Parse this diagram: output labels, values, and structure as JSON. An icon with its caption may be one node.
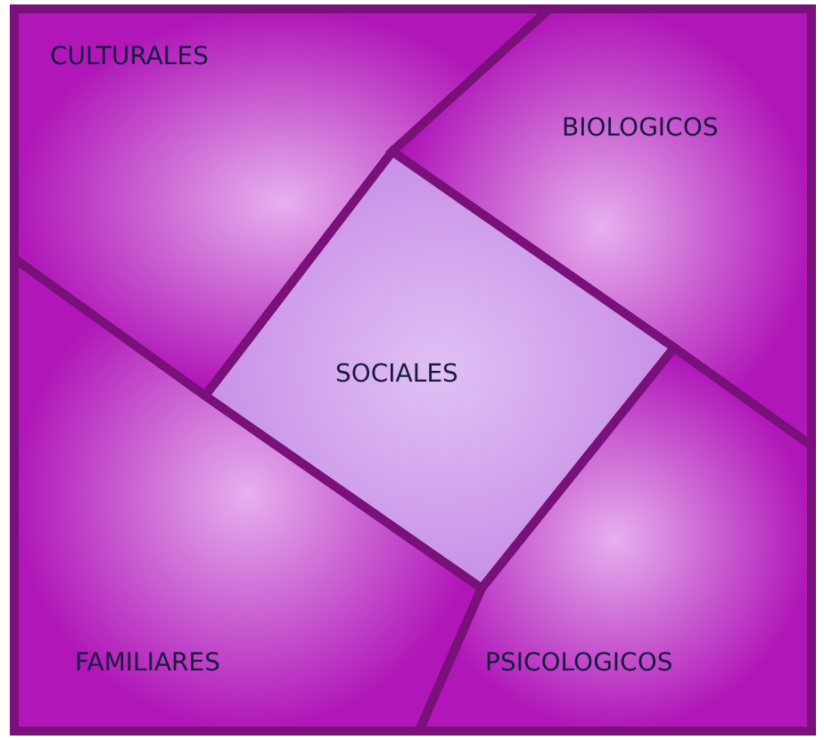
{
  "diagram": {
    "nodes": [
      {
        "text": [
          "CULTURALES"
        ]
      },
      {
        "text": [
          "BIOLOGICOS"
        ]
      },
      {
        "text": [
          "SOCIALES"
        ]
      },
      {
        "text": [
          "FAMILIARES"
        ]
      },
      {
        "text": [
          "PSICOLOGICOS"
        ]
      }
    ]
  }
}
